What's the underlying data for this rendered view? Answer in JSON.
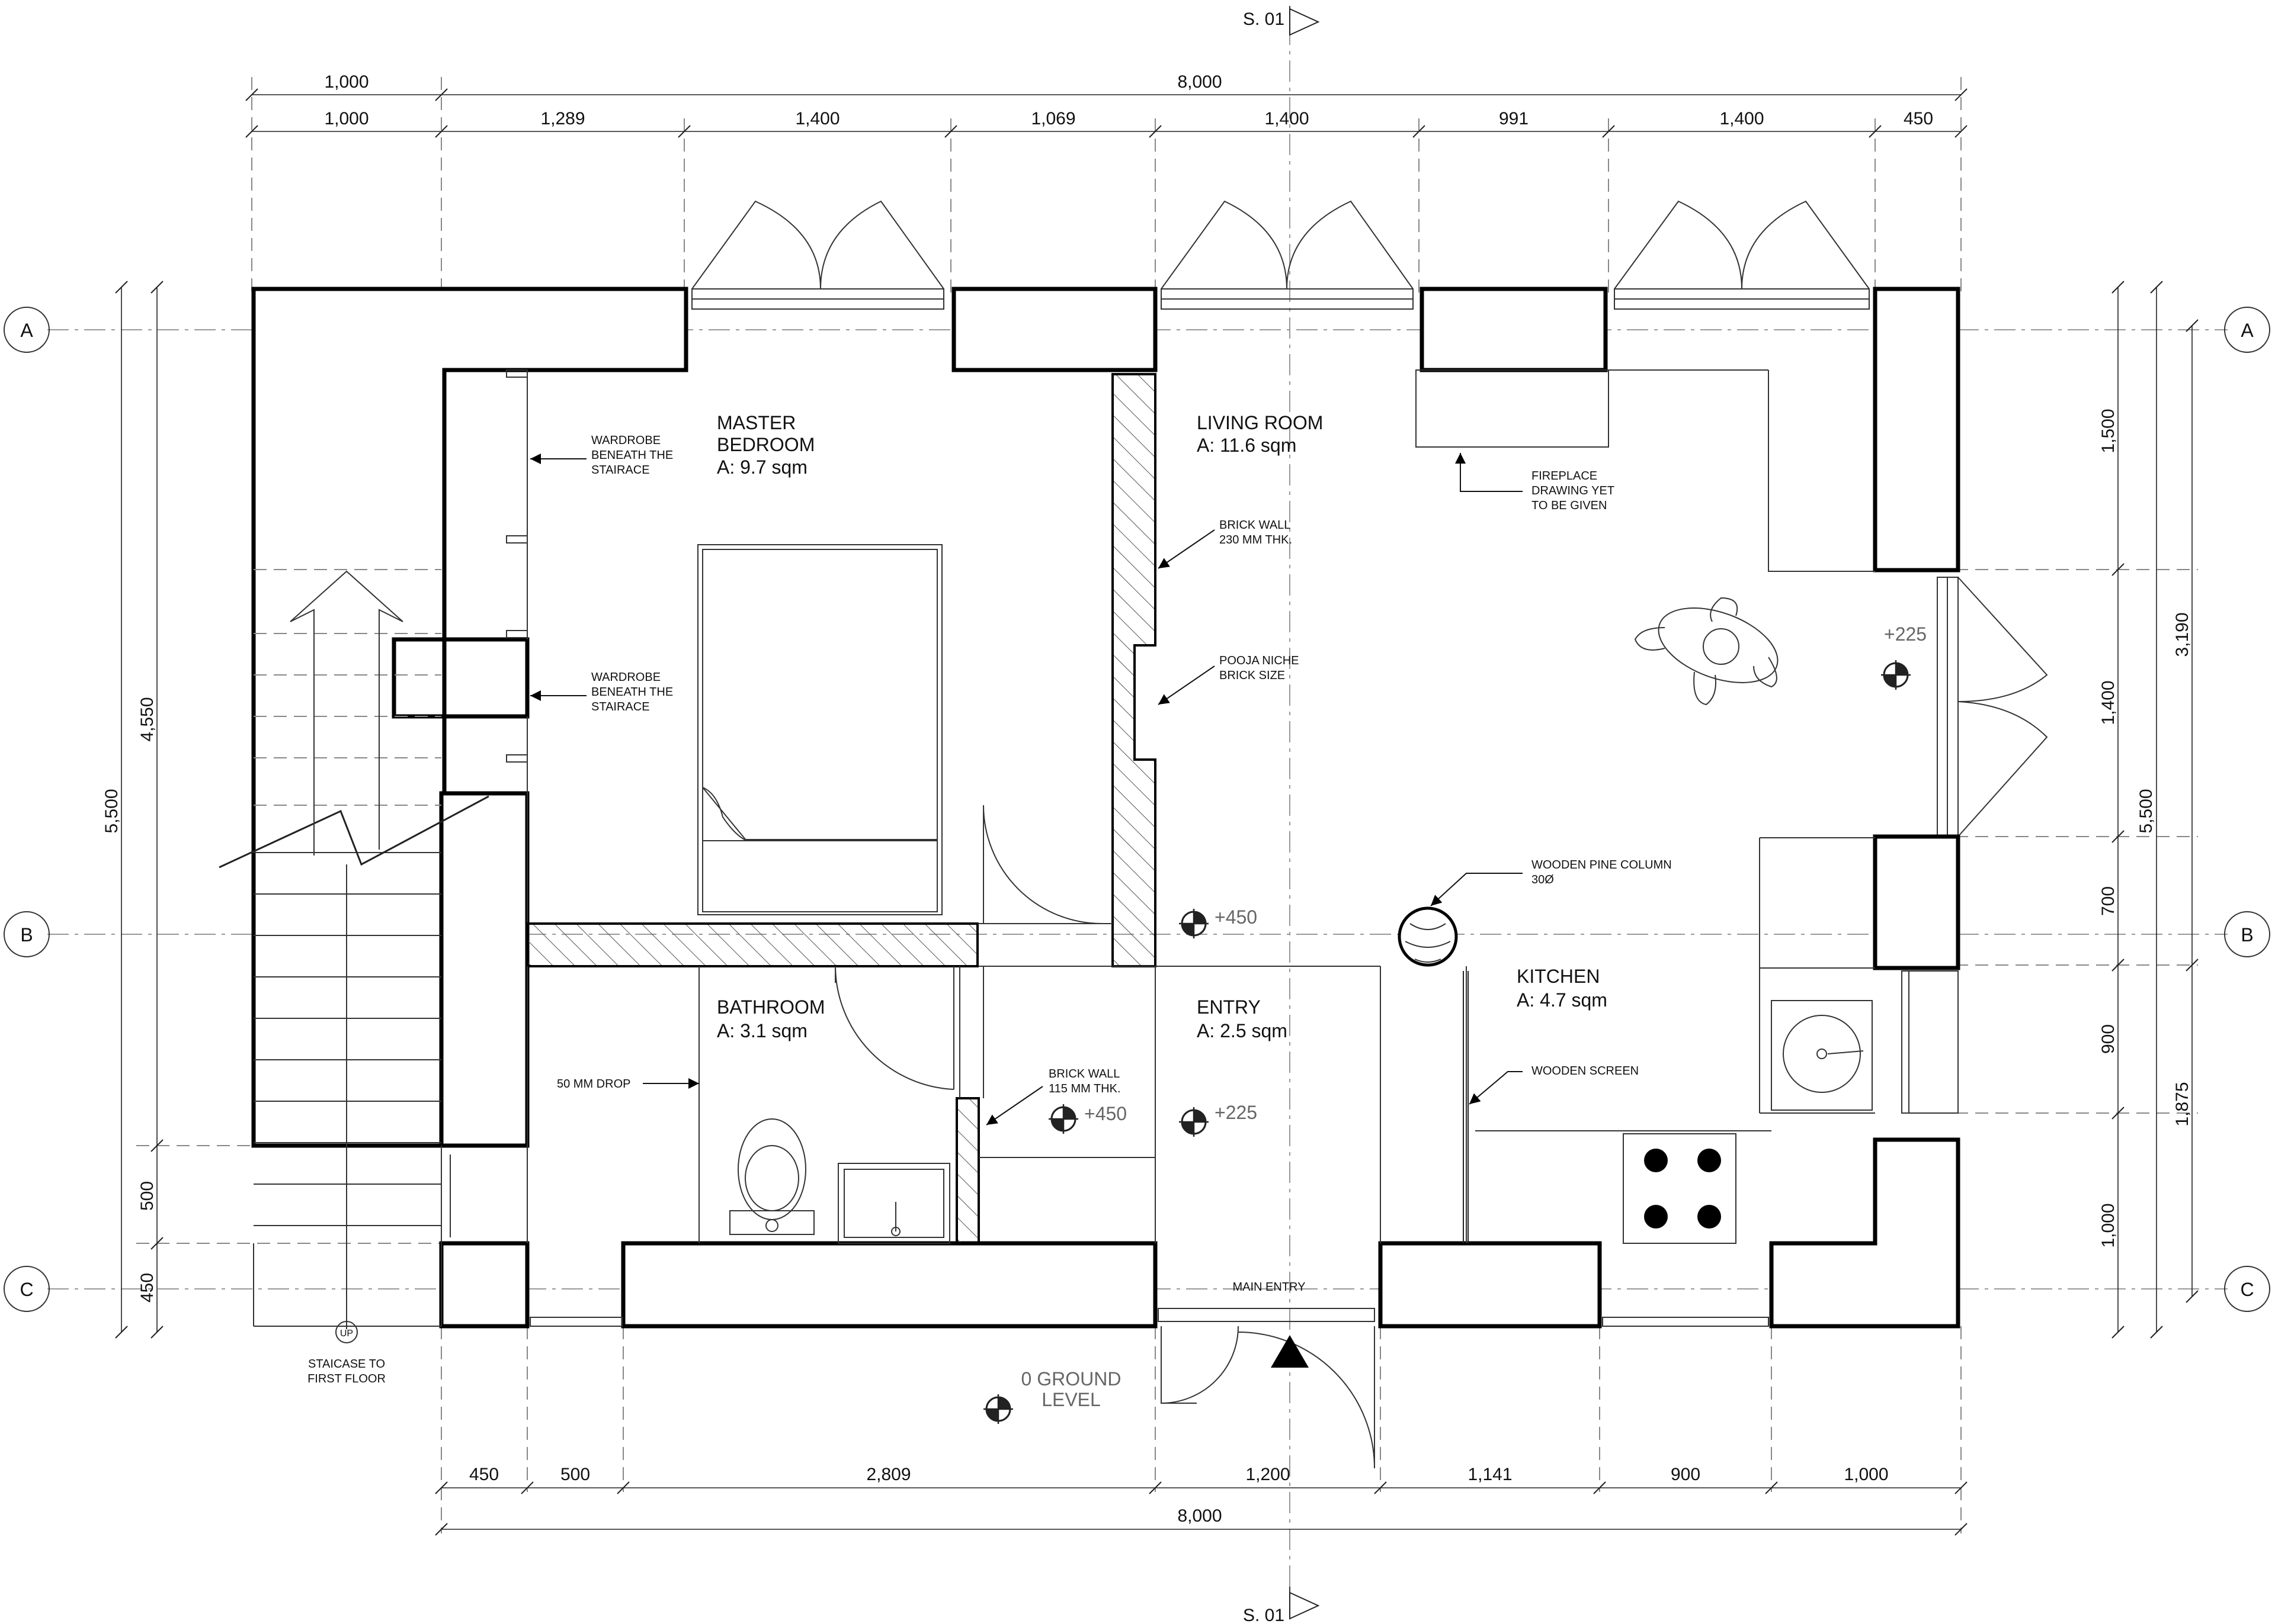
{
  "section_marks": {
    "top": "S. 01",
    "bottom": "S. 01"
  },
  "grid_labels": {
    "a": "A",
    "b": "B",
    "c": "C"
  },
  "dims_top": {
    "overall_left": "1,000",
    "overall_total": "8,000",
    "seg": [
      "1,000",
      "1,289",
      "1,400",
      "1,069",
      "1,400",
      "991",
      "1,400",
      "450"
    ]
  },
  "dims_bottom": {
    "seg": [
      "450",
      "500",
      "2,809",
      "1,200",
      "1,141",
      "900",
      "1,000"
    ],
    "overall_total": "8,000"
  },
  "dims_left": {
    "total": "5,500",
    "upper": "4,550",
    "lower_a": "500",
    "lower_b": "450"
  },
  "dims_right": {
    "seg": [
      "1,500",
      "1,400",
      "700",
      "900",
      "1,000"
    ],
    "total": "5,500",
    "upper": "3,190",
    "lower": "1,875"
  },
  "rooms": {
    "master_bedroom": {
      "name_line1": "MASTER",
      "name_line2": "BEDROOM",
      "area": "A: 9.7 sqm"
    },
    "living_room": {
      "name": "LIVING ROOM",
      "area": "A: 11.6 sqm"
    },
    "bathroom": {
      "name": "BATHROOM",
      "area": "A: 3.1 sqm"
    },
    "entry": {
      "name": "ENTRY",
      "area": "A: 2.5 sqm"
    },
    "kitchen": {
      "name": "KITCHEN",
      "area": "A: 4.7 sqm"
    }
  },
  "notes": {
    "wardrobe_1": [
      "WARDROBE",
      "BENEATH THE",
      "STAIRACE"
    ],
    "wardrobe_2": [
      "WARDROBE",
      "BENEATH THE",
      "STAIRACE"
    ],
    "fireplace": [
      "FIREPLACE",
      "DRAWING YET",
      "TO BE GIVEN"
    ],
    "brick_wall_230": [
      "BRICK WALL",
      "230 MM THK."
    ],
    "pooja_niche": [
      "POOJA NICHE",
      "BRICK SIZE"
    ],
    "wooden_column": [
      "WOODEN PINE COLUMN",
      "30Ø"
    ],
    "wooden_screen": "WOODEN SCREEN",
    "drop_50mm": "50 MM DROP",
    "brick_wall_115": [
      "BRICK WALL",
      "115 MM THK."
    ],
    "main_entry": "MAIN ENTRY",
    "staircase": [
      "STAICASE TO",
      "FIRST FLOOR"
    ],
    "stair_up": "UP"
  },
  "levels": {
    "living": "+225",
    "bedroom": "+450",
    "bathroom": "+450",
    "entry": "+225",
    "ground_line1": "0 GROUND",
    "ground_line2": "LEVEL"
  }
}
